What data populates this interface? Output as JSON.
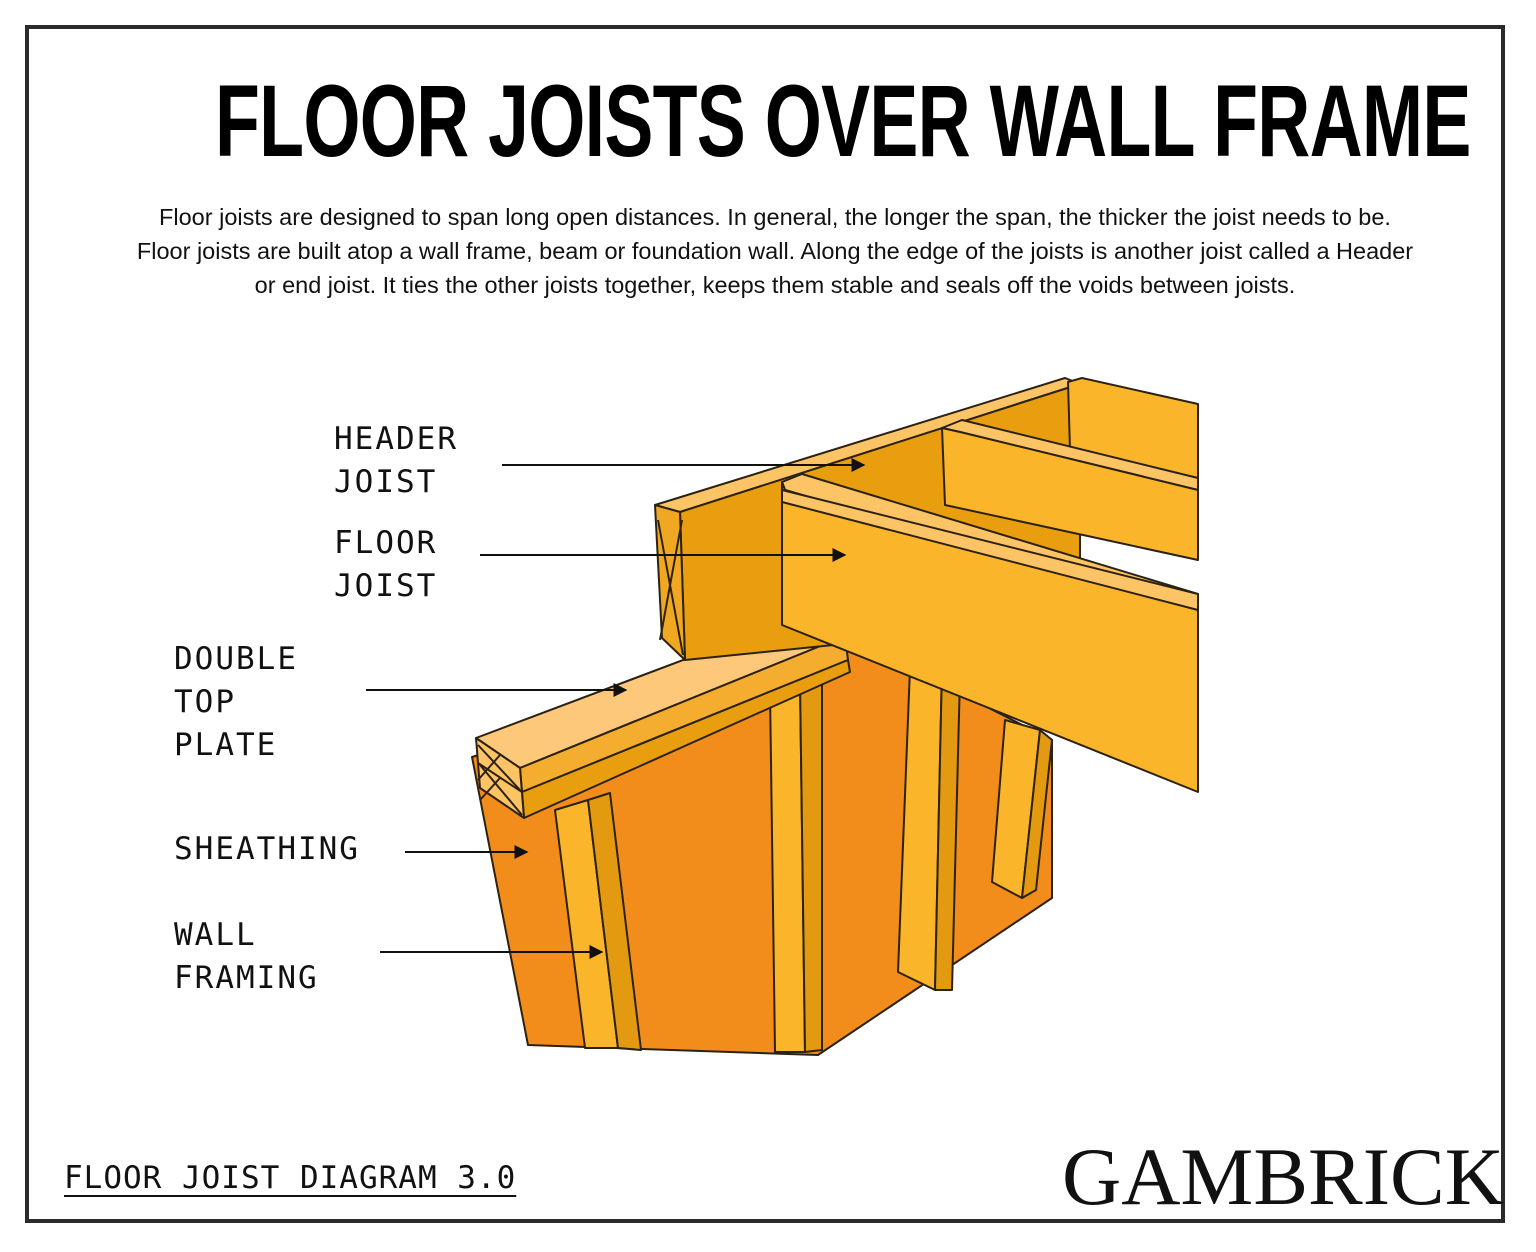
{
  "title": "FLOOR JOISTS OVER WALL FRAME",
  "description": "Floor joists are designed to span long open distances. In general, the longer the span, the thicker the joist needs to be. Floor joists are built atop a wall frame, beam or foundation wall. Along the edge of the joists is another joist called a Header or end joist. It ties the other joists together, keeps them stable and seals off the voids between joists.",
  "labels": {
    "header_joist": "HEADER\nJOIST",
    "floor_joist": "FLOOR\nJOIST",
    "double_top_plate": "DOUBLE\nTOP\nPLATE",
    "sheathing": "SHEATHING",
    "wall_framing": "WALL\nFRAMING"
  },
  "footer": {
    "diagram_title": "FLOOR JOIST DIAGRAM 3.0",
    "brand": "GAMBRICK"
  },
  "colors": {
    "header_face": "#e99e10",
    "joist_face": "#fbb52b",
    "joist_top": "#fdc466",
    "plate_top": "#fdc87a",
    "sheathing": "#f28d1c",
    "stud_light": "#fbb52b",
    "stud_dark": "#e39a10",
    "outline": "#2b2214"
  }
}
